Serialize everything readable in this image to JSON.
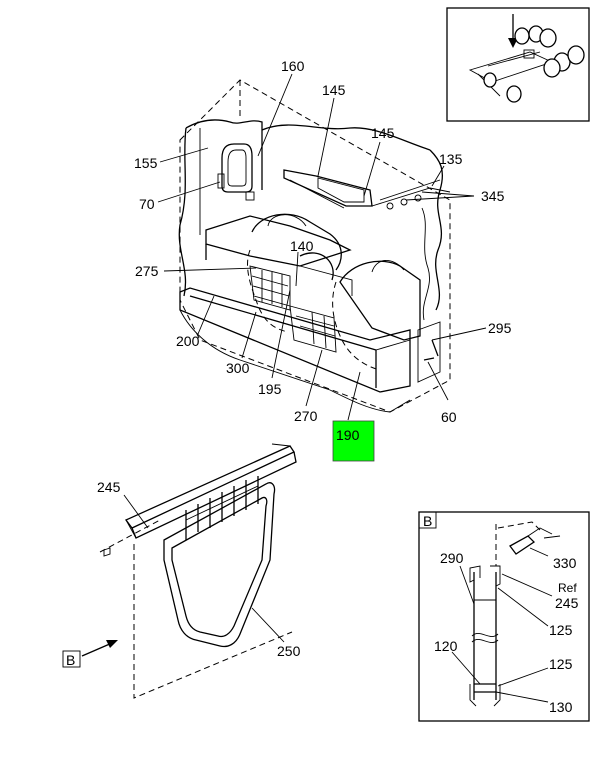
{
  "callouts": {
    "c160": "160",
    "c145a": "145",
    "c145b": "145",
    "c135": "135",
    "c155": "155",
    "c345": "345",
    "c70": "70",
    "c140": "140",
    "c275": "275",
    "c295": "295",
    "c200": "200",
    "c300": "300",
    "c195": "195",
    "c270": "270",
    "c60": "60",
    "c190": "190",
    "c245": "245",
    "c250": "250",
    "c290": "290",
    "c330": "330",
    "c_ref": "Ref",
    "c245_ref": "245",
    "c125a": "125",
    "c120": "120",
    "c125b": "125",
    "c130": "130"
  },
  "view_refs": {
    "detail_box_label": "B",
    "pointer_label": "B"
  },
  "highlight": {
    "color": "#00ff00",
    "part": "190"
  }
}
